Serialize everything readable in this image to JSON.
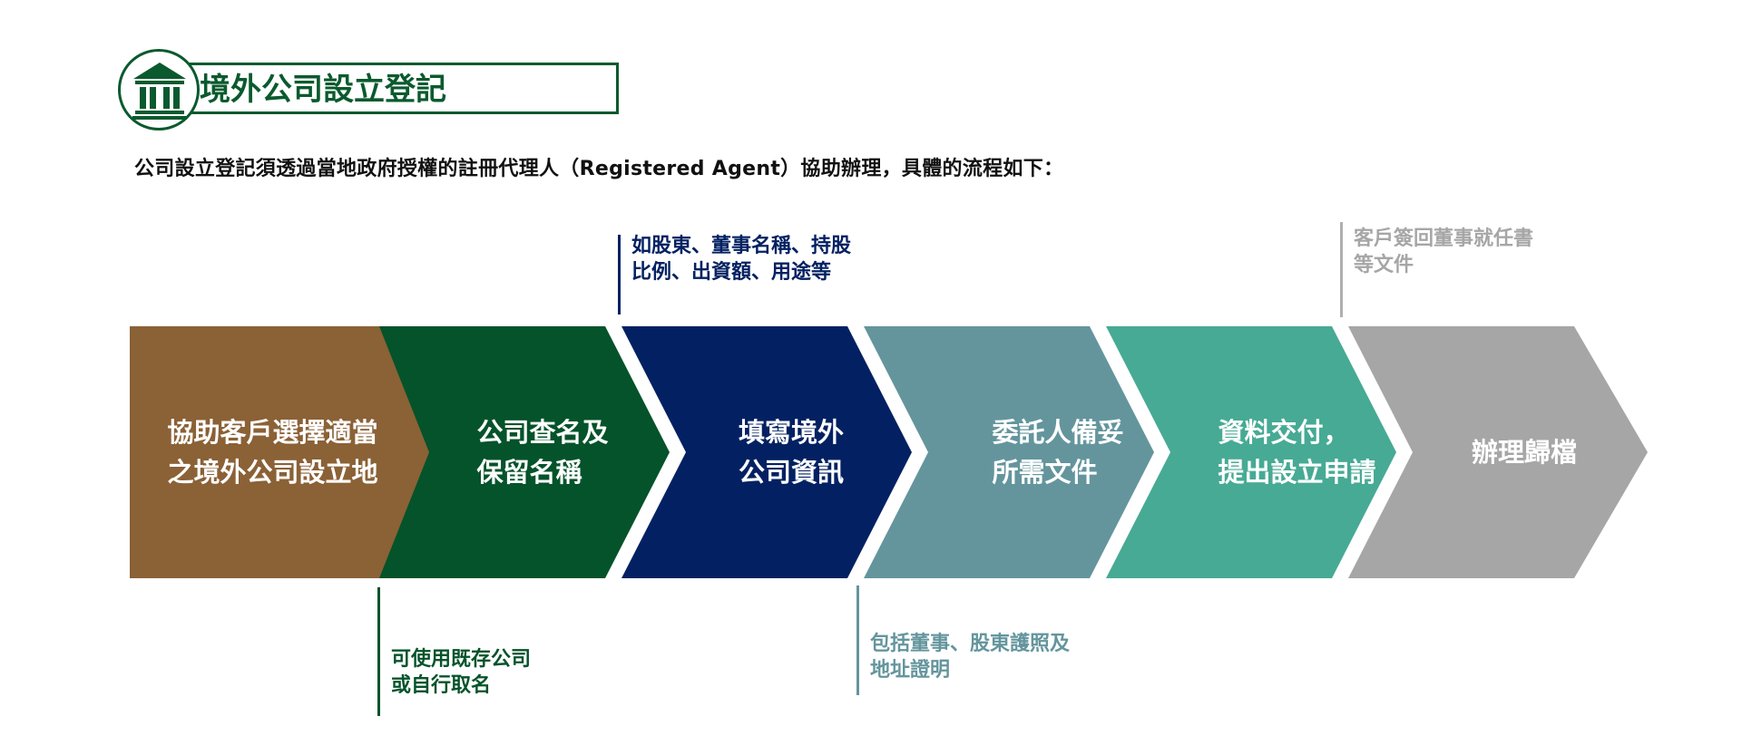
{
  "title": "境外公司設立登記",
  "intro": "公司設立登記須透過當地政府授權的註冊代理人（Registered Agent）協助辦理，具體的流程如下：",
  "icon": "bank-building-icon",
  "colors": {
    "title_green": "#0a5a2e",
    "step1": "#8b6136",
    "step2": "#04532a",
    "step3": "#032162",
    "step4": "#64959d",
    "step5": "#47aa94",
    "step6": "#a6a6a6"
  },
  "steps": [
    {
      "label": "協助客戶選擇適當\n之境外公司設立地"
    },
    {
      "label": "公司查名及\n保留名稱"
    },
    {
      "label": "填寫境外\n公司資訊"
    },
    {
      "label": "委託人備妥\n所需文件"
    },
    {
      "label": "資料交付，\n提出設立申請"
    },
    {
      "label": "辦理歸檔"
    }
  ],
  "notes": {
    "step2": "可使用既存公司\n或自行取名",
    "step3": "如股東、董事名稱、持股\n比例、出資額、用途等",
    "step4": "包括董事、股東護照及\n地址證明",
    "step6": "客戶簽回董事就任書\n等文件"
  }
}
